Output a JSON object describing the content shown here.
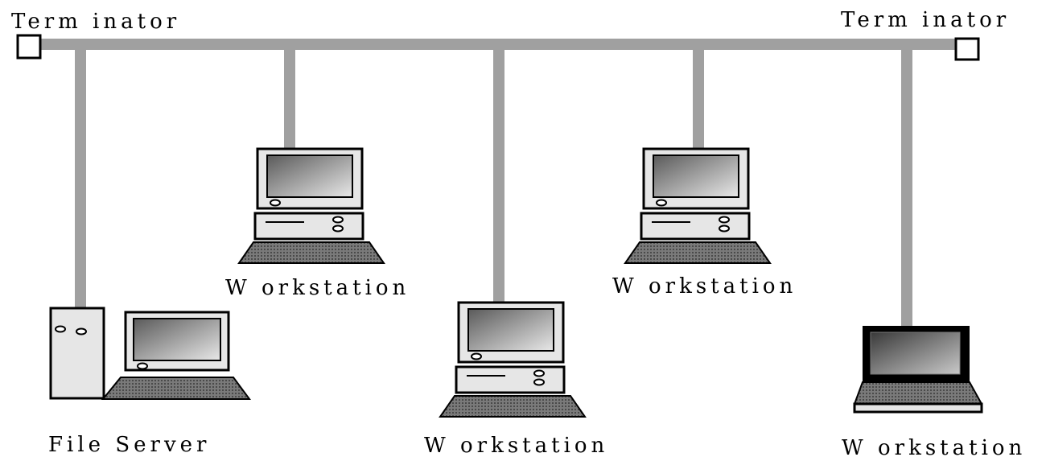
{
  "diagram": {
    "terminators": [
      {
        "label": "Term inator"
      },
      {
        "label": "Term inator"
      }
    ],
    "nodes": [
      {
        "label": "File Server",
        "device": "file-server-with-monitor"
      },
      {
        "label": "W orkstation",
        "device": "desktop-workstation"
      },
      {
        "label": "W orkstation",
        "device": "desktop-workstation"
      },
      {
        "label": "W orkstation",
        "device": "desktop-workstation"
      },
      {
        "label": "W orkstation",
        "device": "laptop"
      }
    ],
    "colors": {
      "bus": "#a0a0a0",
      "case": "#e6e6e6",
      "keyboard": "#6e6e6e",
      "outline": "#000000",
      "laptop_body": "#000000"
    }
  }
}
